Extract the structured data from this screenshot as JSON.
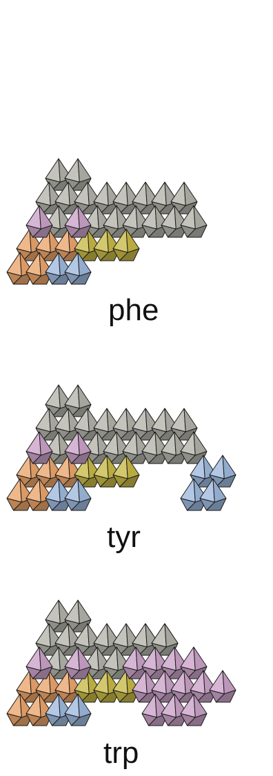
{
  "colors": {
    "gray": "#b3b3ab",
    "orange": "#eba46a",
    "olive": "#c7b845",
    "blue": "#9db9de",
    "violet": "#caa2c8",
    "stroke": "#1a1a1a"
  },
  "panels": [
    {
      "label": "phe",
      "top_cells": [
        [
          2,
          0
        ],
        [
          3,
          0
        ],
        [
          6,
          1
        ],
        [
          7,
          1
        ],
        [
          1,
          1
        ],
        [
          2,
          1
        ],
        [
          3,
          1
        ],
        [
          4,
          1
        ],
        [
          5,
          1
        ],
        [
          6,
          1
        ],
        [
          7,
          1
        ],
        [
          8,
          1
        ],
        [
          2,
          2
        ],
        [
          4,
          2
        ],
        [
          5,
          2
        ],
        [
          6,
          2
        ],
        [
          7,
          2
        ],
        [
          8,
          2
        ],
        [
          9,
          2
        ]
      ],
      "regions": {
        "orange": [
          [
            0,
            3
          ],
          [
            1,
            3
          ],
          [
            2,
            3
          ],
          [
            0,
            4
          ],
          [
            1,
            4
          ]
        ],
        "olive": [
          [
            3,
            3
          ],
          [
            4,
            3
          ],
          [
            5,
            3
          ]
        ],
        "blue": [
          [
            2,
            4
          ],
          [
            3,
            4
          ]
        ],
        "violet": [
          [
            1,
            2
          ],
          [
            3,
            2
          ]
        ]
      }
    },
    {
      "label": "tyr",
      "top_cells": [
        [
          2,
          0
        ],
        [
          3,
          0
        ],
        [
          6,
          1
        ],
        [
          7,
          1
        ],
        [
          1,
          1
        ],
        [
          2,
          1
        ],
        [
          3,
          1
        ],
        [
          4,
          1
        ],
        [
          5,
          1
        ],
        [
          6,
          1
        ],
        [
          7,
          1
        ],
        [
          8,
          1
        ],
        [
          2,
          2
        ],
        [
          4,
          2
        ],
        [
          5,
          2
        ],
        [
          6,
          2
        ],
        [
          7,
          2
        ],
        [
          8,
          2
        ],
        [
          9,
          2
        ]
      ],
      "regions": {
        "orange": [
          [
            0,
            3
          ],
          [
            1,
            3
          ],
          [
            2,
            3
          ],
          [
            0,
            4
          ],
          [
            1,
            4
          ]
        ],
        "olive": [
          [
            3,
            3
          ],
          [
            4,
            3
          ],
          [
            5,
            3
          ]
        ],
        "blue": [
          [
            2,
            4
          ],
          [
            3,
            4
          ],
          [
            9,
            3
          ],
          [
            10,
            3
          ],
          [
            9,
            4
          ],
          [
            10,
            4
          ]
        ],
        "violet": [
          [
            1,
            2
          ],
          [
            3,
            2
          ]
        ]
      }
    },
    {
      "label": "trp",
      "top_cells": [
        [
          2,
          0
        ],
        [
          3,
          0
        ],
        [
          6,
          1
        ],
        [
          7,
          1
        ],
        [
          1,
          1
        ],
        [
          2,
          1
        ],
        [
          3,
          1
        ],
        [
          4,
          1
        ],
        [
          5,
          1
        ],
        [
          6,
          1
        ],
        [
          7,
          1
        ],
        [
          2,
          2
        ],
        [
          4,
          2
        ],
        [
          5,
          2
        ]
      ],
      "regions": {
        "orange": [
          [
            0,
            3
          ],
          [
            1,
            3
          ],
          [
            2,
            3
          ],
          [
            0,
            4
          ],
          [
            1,
            4
          ]
        ],
        "olive": [
          [
            3,
            3
          ],
          [
            4,
            3
          ],
          [
            5,
            3
          ]
        ],
        "blue": [
          [
            2,
            4
          ],
          [
            3,
            4
          ]
        ],
        "violet": [
          [
            1,
            2
          ],
          [
            3,
            2
          ],
          [
            6,
            2
          ],
          [
            7,
            2
          ],
          [
            8,
            2
          ],
          [
            9,
            2
          ],
          [
            6,
            3
          ],
          [
            7,
            3
          ],
          [
            8,
            3
          ],
          [
            9,
            3
          ],
          [
            10,
            3
          ],
          [
            7,
            4
          ],
          [
            8,
            4
          ],
          [
            9,
            4
          ]
        ]
      }
    }
  ]
}
